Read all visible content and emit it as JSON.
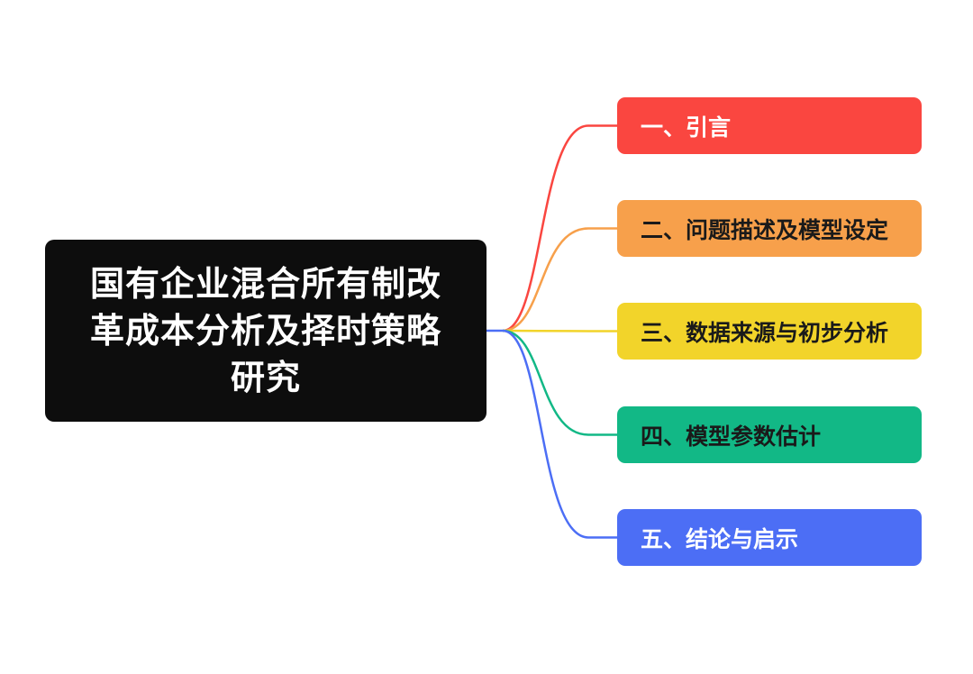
{
  "root": {
    "title": "国有企业混合所有制改革成本分析及择时策略研究"
  },
  "branches": [
    {
      "label": "一、引言",
      "color": "#fa4640",
      "text_color": "#ffffff"
    },
    {
      "label": "二、问题描述及模型设定",
      "color": "#f7a04b",
      "text_color": "#1a1a1a"
    },
    {
      "label": "三、数据来源与初步分析",
      "color": "#f2d42a",
      "text_color": "#1a1a1a"
    },
    {
      "label": "四、模型参数估计",
      "color": "#12b886",
      "text_color": "#1a1a1a"
    },
    {
      "label": "五、结论与启示",
      "color": "#4c6ef5",
      "text_color": "#ffffff"
    }
  ],
  "root_connector_color": "#4c6ef5"
}
